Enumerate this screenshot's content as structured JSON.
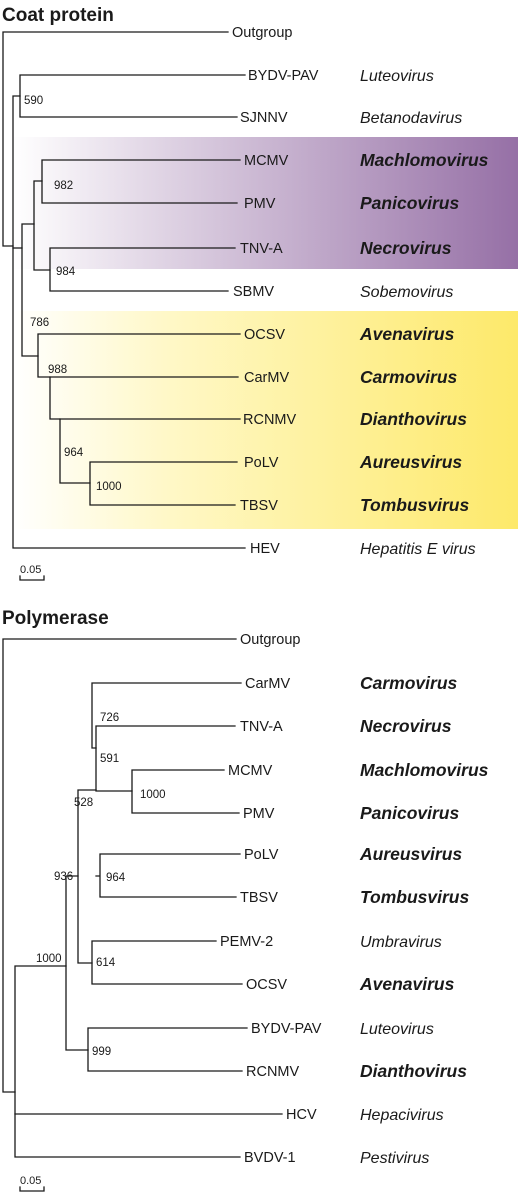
{
  "trees": [
    {
      "id": "coat",
      "title": "Coat protein",
      "scale_label": "0.05",
      "taxa": [
        {
          "label": "Outgroup",
          "genus": "",
          "bold": false
        },
        {
          "label": "BYDV-PAV",
          "genus": "Luteovirus",
          "bold": false
        },
        {
          "label": "SJNNV",
          "genus": "Betanodavirus",
          "bold": false
        },
        {
          "label": "MCMV",
          "genus": "Machlomovirus",
          "bold": true
        },
        {
          "label": "PMV",
          "genus": "Panicovirus",
          "bold": true
        },
        {
          "label": "TNV-A",
          "genus": "Necrovirus",
          "bold": true
        },
        {
          "label": "SBMV",
          "genus": "Sobemovirus",
          "bold": false
        },
        {
          "label": "OCSV",
          "genus": "Avenavirus",
          "bold": true
        },
        {
          "label": "CarMV",
          "genus": "Carmovirus",
          "bold": true
        },
        {
          "label": "RCNMV",
          "genus": "Dianthovirus",
          "bold": true
        },
        {
          "label": "PoLV",
          "genus": "Aureusvirus",
          "bold": true
        },
        {
          "label": "TBSV",
          "genus": "Tombusvirus",
          "bold": true
        },
        {
          "label": "HEV",
          "genus": "Hepatitis E virus",
          "bold": false
        }
      ],
      "bootstrap": [
        "590",
        "982",
        "984",
        "786",
        "988",
        "964",
        "1000"
      ],
      "highlights": [
        {
          "name": "purple-clade",
          "color": "#9670a6"
        },
        {
          "name": "yellow-clade",
          "color": "#fde96a"
        }
      ]
    },
    {
      "id": "polymerase",
      "title": "Polymerase",
      "scale_label": "0.05",
      "taxa": [
        {
          "label": "Outgroup",
          "genus": "",
          "bold": false
        },
        {
          "label": "CarMV",
          "genus": "Carmovirus",
          "bold": true
        },
        {
          "label": "TNV-A",
          "genus": "Necrovirus",
          "bold": true
        },
        {
          "label": "MCMV",
          "genus": "Machlomovirus",
          "bold": true
        },
        {
          "label": "PMV",
          "genus": "Panicovirus",
          "bold": true
        },
        {
          "label": "PoLV",
          "genus": "Aureusvirus",
          "bold": true
        },
        {
          "label": "TBSV",
          "genus": "Tombusvirus",
          "bold": true
        },
        {
          "label": "PEMV-2",
          "genus": "Umbravirus",
          "bold": false
        },
        {
          "label": "OCSV",
          "genus": "Avenavirus",
          "bold": true
        },
        {
          "label": "BYDV-PAV",
          "genus": "Luteovirus",
          "bold": false
        },
        {
          "label": "RCNMV",
          "genus": "Dianthovirus",
          "bold": true
        },
        {
          "label": "HCV",
          "genus": "Hepacivirus",
          "bold": false
        },
        {
          "label": "BVDV-1",
          "genus": "Pestivirus",
          "bold": false
        }
      ],
      "bootstrap": [
        "726",
        "591",
        "1000",
        "528",
        "964",
        "936",
        "614",
        "1000",
        "999"
      ],
      "highlights": []
    }
  ]
}
